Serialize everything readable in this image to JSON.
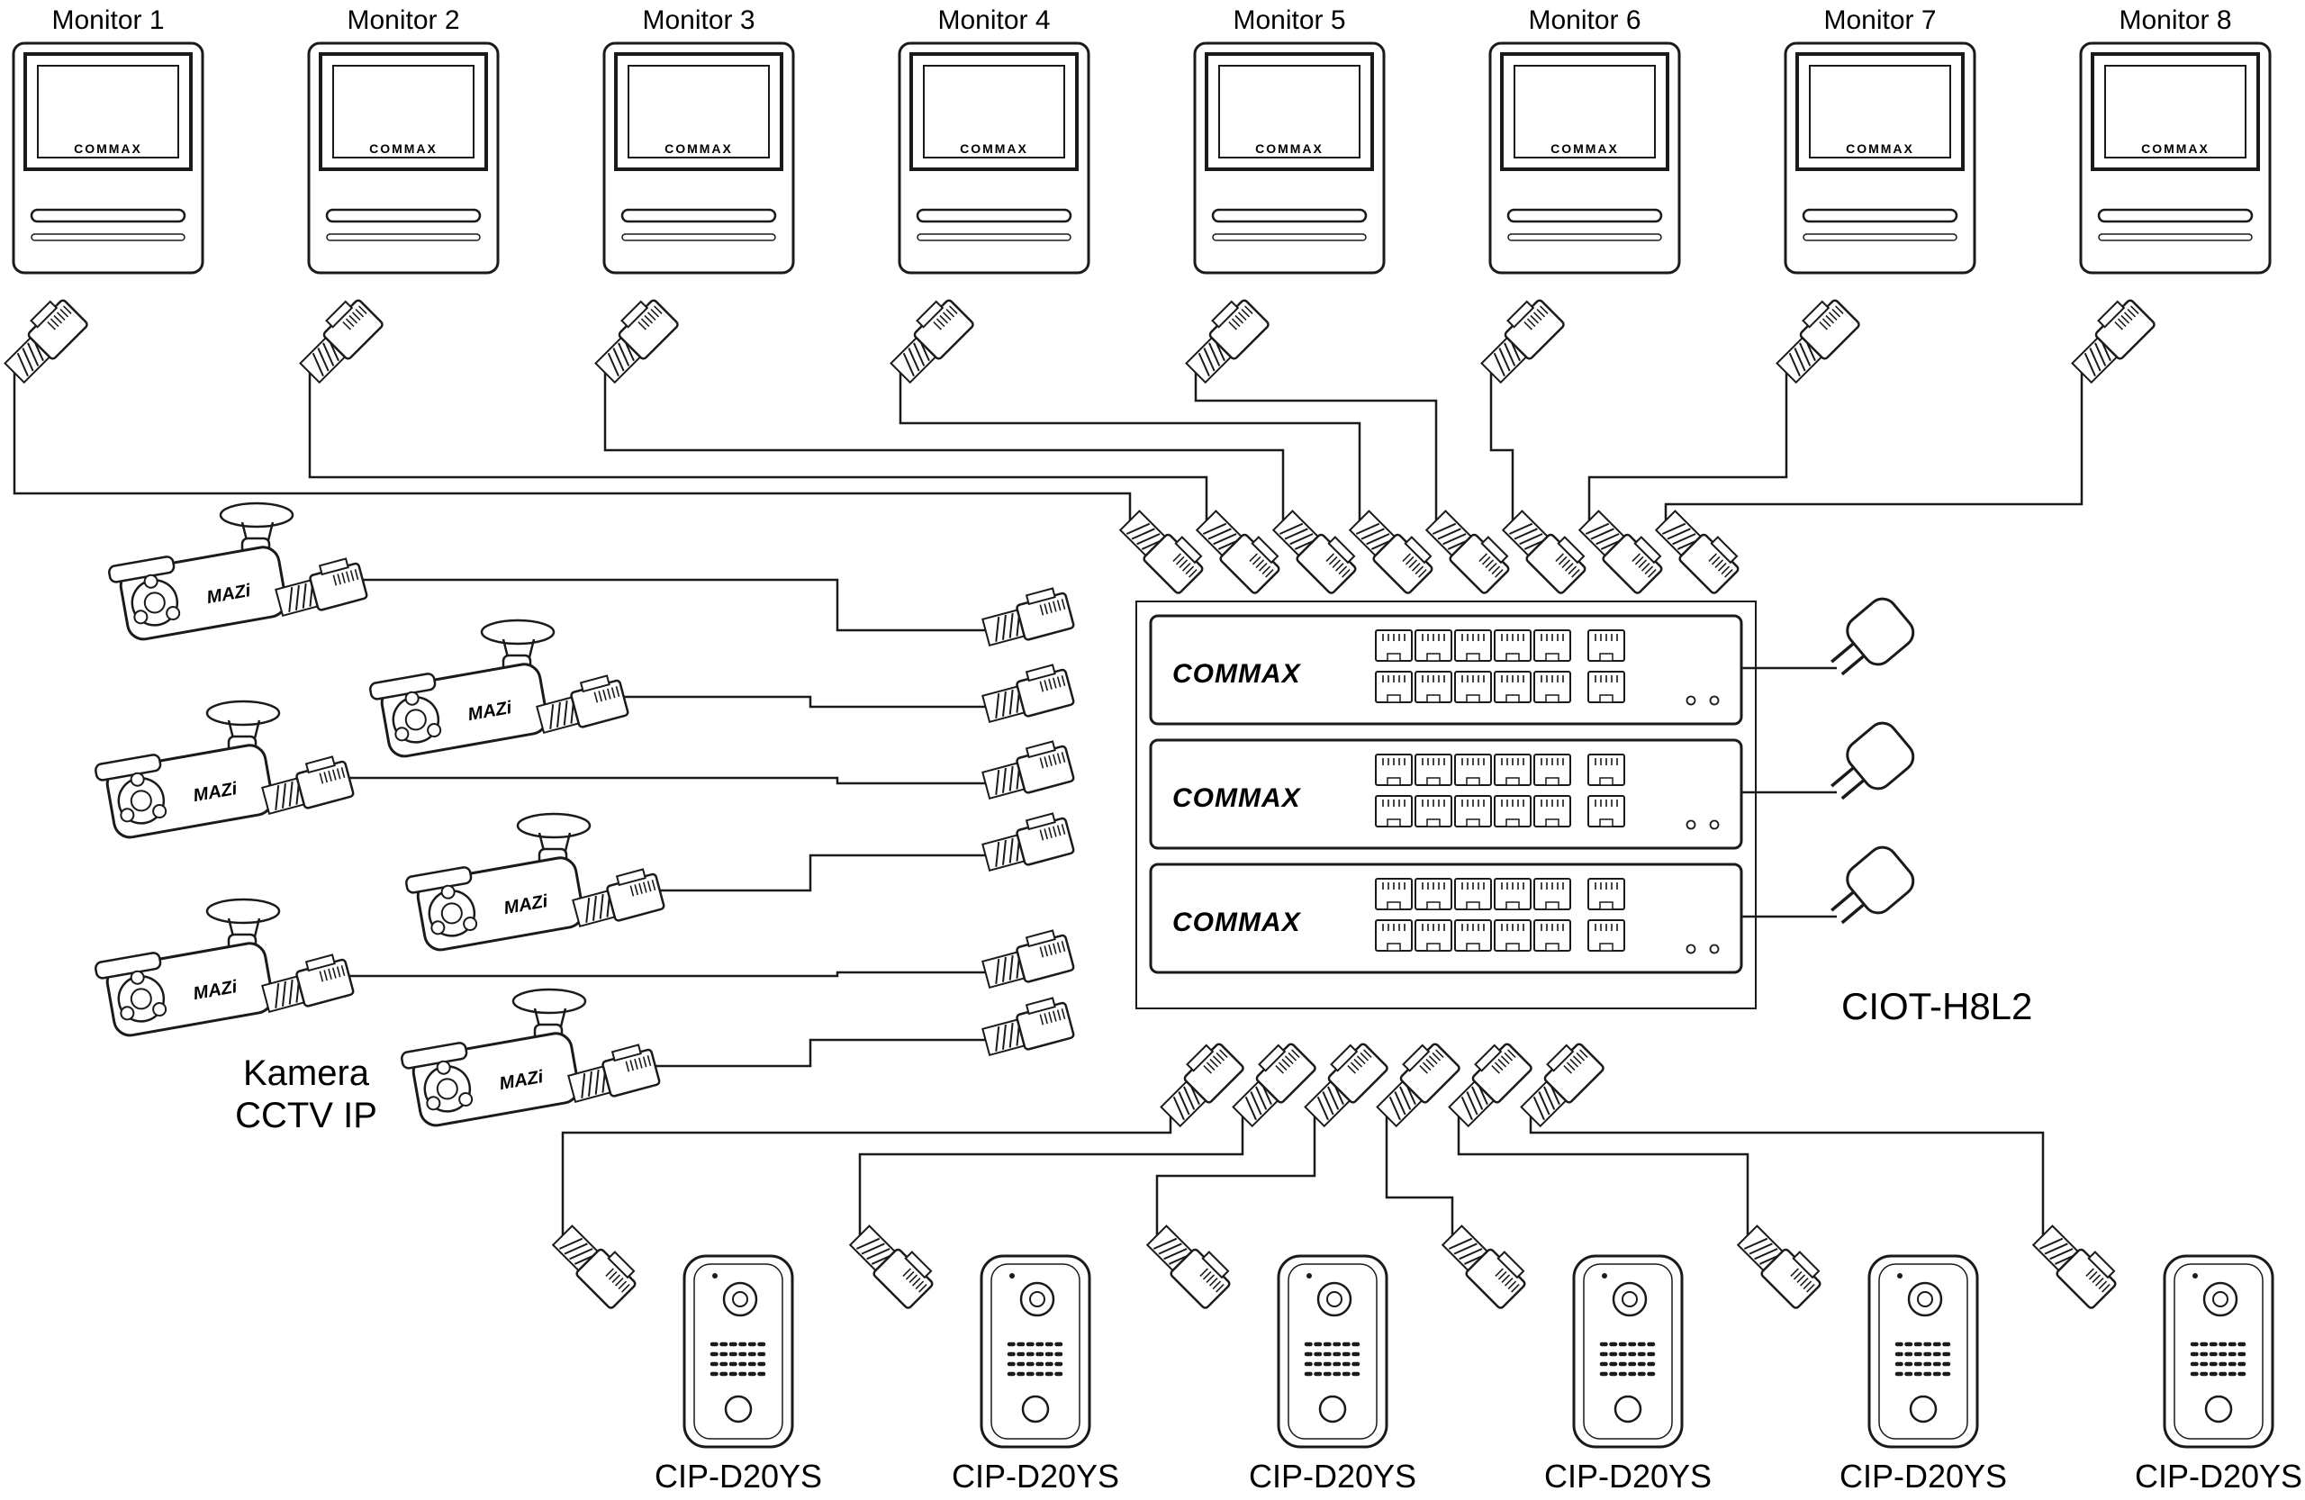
{
  "diagram": {
    "monitors": [
      "Monitor 1",
      "Monitor 2",
      "Monitor 3",
      "Monitor 4",
      "Monitor 5",
      "Monitor 6",
      "Monitor 7",
      "Monitor 8"
    ],
    "monitor_brand": "COMMAX",
    "cameras": {
      "brand": "MAZi",
      "group_label": [
        "Kamera",
        "CCTV IP"
      ]
    },
    "switches": {
      "brand": "COMMAX",
      "model": "CIOT-H8L2"
    },
    "door_stations": [
      "CIP-D20YS",
      "CIP-D20YS",
      "CIP-D20YS",
      "CIP-D20YS",
      "CIP-D20YS",
      "CIP-D20YS"
    ],
    "colors": {
      "line": "#1a1a1a",
      "background": "#ffffff"
    }
  }
}
